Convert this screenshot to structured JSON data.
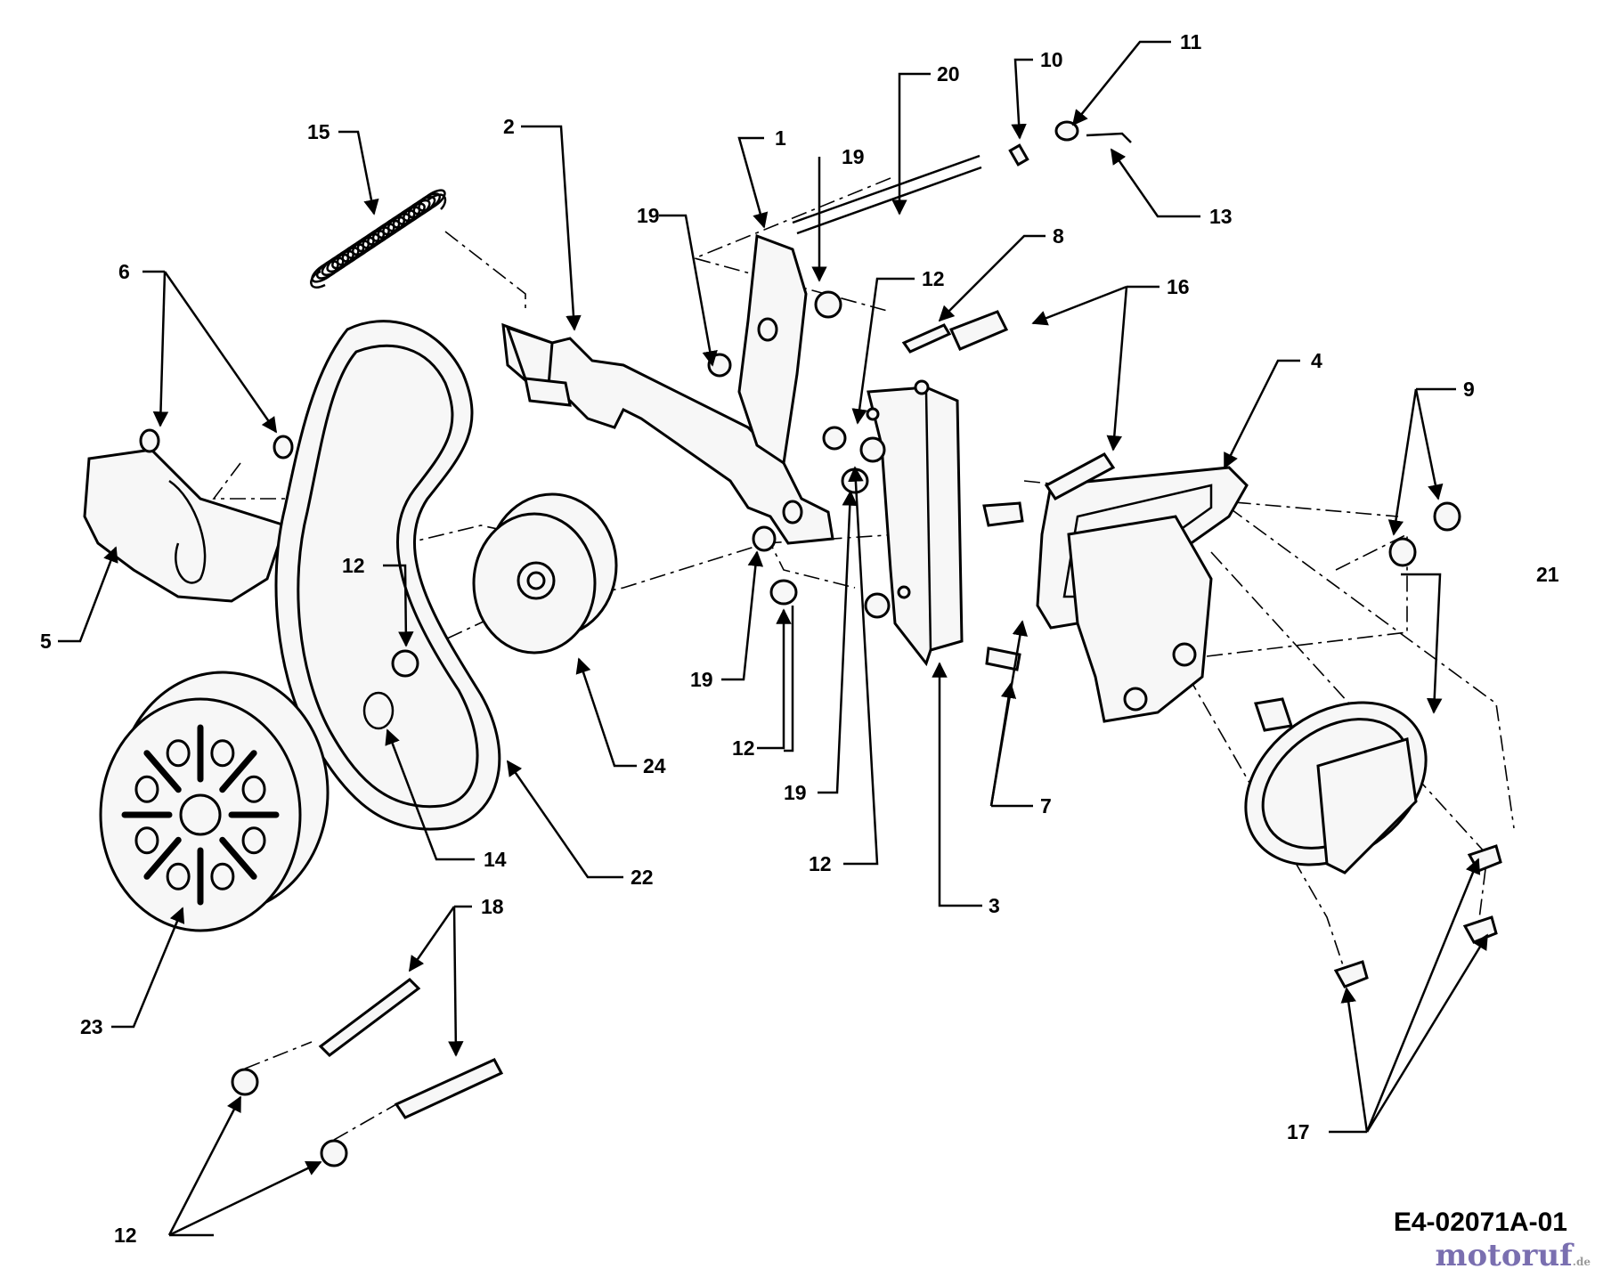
{
  "drawing_code": "E4-02071A-01",
  "watermark": {
    "text": "motoruf",
    "tld": ".de"
  },
  "part_labels": [
    "1",
    "2",
    "3",
    "4",
    "5",
    "6",
    "7",
    "8",
    "9",
    "10",
    "11",
    "12",
    "13",
    "14",
    "15",
    "16",
    "17",
    "18",
    "19",
    "20",
    "21",
    "22",
    "23",
    "24"
  ],
  "callouts": [
    {
      "id": "c1",
      "text": "1"
    },
    {
      "id": "c2",
      "text": "2"
    },
    {
      "id": "c3",
      "text": "3"
    },
    {
      "id": "c4",
      "text": "4"
    },
    {
      "id": "c5",
      "text": "5"
    },
    {
      "id": "c6",
      "text": "6"
    },
    {
      "id": "c7",
      "text": "7"
    },
    {
      "id": "c8",
      "text": "8"
    },
    {
      "id": "c9",
      "text": "9"
    },
    {
      "id": "c10",
      "text": "10"
    },
    {
      "id": "c11",
      "text": "11"
    },
    {
      "id": "c12a",
      "text": "12"
    },
    {
      "id": "c12b",
      "text": "12"
    },
    {
      "id": "c12c",
      "text": "12"
    },
    {
      "id": "c12d",
      "text": "12"
    },
    {
      "id": "c12e",
      "text": "12"
    },
    {
      "id": "c13",
      "text": "13"
    },
    {
      "id": "c14",
      "text": "14"
    },
    {
      "id": "c15",
      "text": "15"
    },
    {
      "id": "c16",
      "text": "16"
    },
    {
      "id": "c17",
      "text": "17"
    },
    {
      "id": "c18",
      "text": "18"
    },
    {
      "id": "c19a",
      "text": "19"
    },
    {
      "id": "c19b",
      "text": "19"
    },
    {
      "id": "c19c",
      "text": "19"
    },
    {
      "id": "c19d",
      "text": "19"
    },
    {
      "id": "c20",
      "text": "20"
    },
    {
      "id": "c21",
      "text": "21"
    },
    {
      "id": "c22",
      "text": "22"
    },
    {
      "id": "c23",
      "text": "23"
    },
    {
      "id": "c24",
      "text": "24"
    }
  ]
}
